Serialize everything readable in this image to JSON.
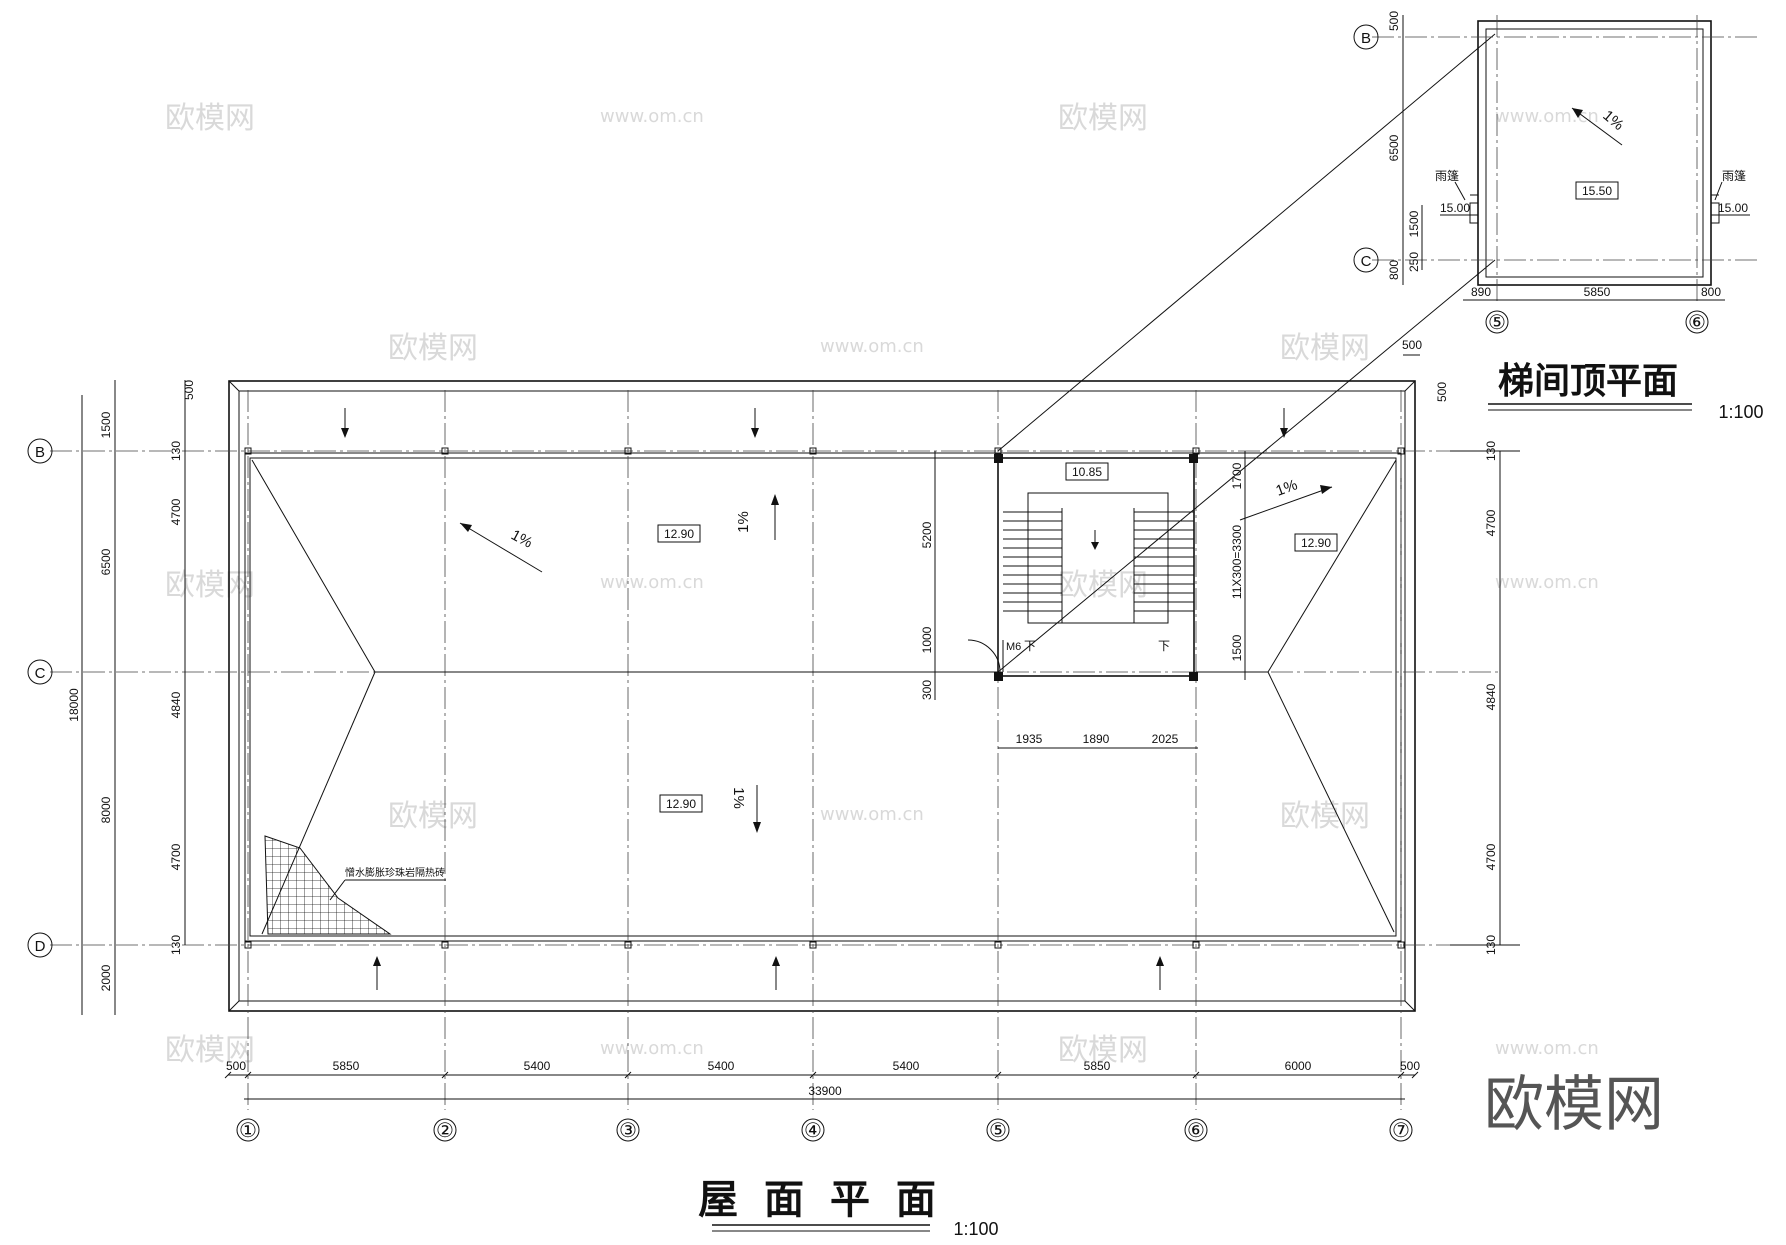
{
  "watermark": {
    "text": "欧模网",
    "url": "www.om.cn",
    "big_logo": "欧模网"
  },
  "main_plan": {
    "title": "屋 面 平 面",
    "scale": "1:100",
    "grid_cols": [
      "①",
      "②",
      "③",
      "④",
      "⑤",
      "⑥",
      "⑦"
    ],
    "grid_rows": [
      "B",
      "C",
      "D"
    ],
    "bottom_dims": [
      "500",
      "5850",
      "5400",
      "5400",
      "5400",
      "5850",
      "6000",
      "500"
    ],
    "total_dim": "33900",
    "left_outer_dims": [
      "500",
      "1500",
      "6500",
      "8000",
      "2000",
      "18000"
    ],
    "left_inner_dims": [
      "130",
      "4700",
      "4840",
      "4700",
      "130"
    ],
    "right_dims": [
      "500",
      "130",
      "4700",
      "4840",
      "4700",
      "130"
    ],
    "top_right_dim": "500",
    "elevation_roof": "12.90",
    "elevation_stair": "10.85",
    "slope": "1%",
    "stair_dims_horizontal": [
      "1935",
      "1890",
      "2025"
    ],
    "stair_dims_vertical_left": [
      "5200",
      "1000",
      "300"
    ],
    "stair_dims_vertical_right": [
      "1700",
      "11X300=3300",
      "1500"
    ],
    "door_label": "M6",
    "down_label": "下",
    "insulation_note": "憎水膨胀珍珠岩隔热砖"
  },
  "stair_roof_plan": {
    "title": "梯间顶平面",
    "scale": "1:100",
    "grid_rows": [
      "B",
      "C"
    ],
    "grid_cols": [
      "⑤",
      "⑥"
    ],
    "left_dims": [
      "500",
      "6500",
      "1500",
      "250",
      "800"
    ],
    "bottom_dims": [
      "890",
      "5850",
      "800"
    ],
    "elevation": "15.50",
    "canopy_label": "雨篷",
    "canopy_elevation": "15.00",
    "slope": "1%"
  }
}
